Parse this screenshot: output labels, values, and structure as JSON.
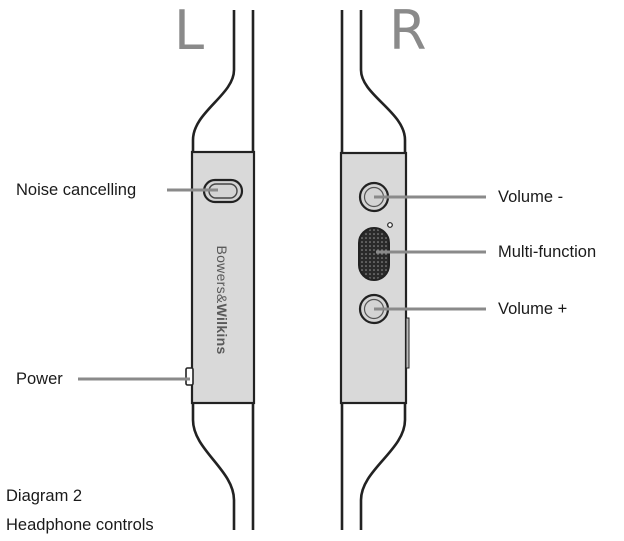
{
  "side_letters": {
    "left": "L",
    "right": "R"
  },
  "brand": {
    "prefix": "Bowers",
    "amp": "&",
    "suffix": "Wilkins"
  },
  "callouts": {
    "noise_cancelling": "Noise cancelling",
    "power": "Power",
    "volume_down": "Volume -",
    "multi_function": "Multi-function",
    "volume_up": "Volume +"
  },
  "caption": {
    "line1": "Diagram 2",
    "line2": "Headphone controls"
  },
  "colors": {
    "outline": "#222222",
    "panel": "#d9d9d9",
    "leader": "#8a8a8a",
    "letter": "#8a8a8a",
    "button_fill": "#d4d4d4",
    "rocker_fill": "#2a2a2a"
  }
}
